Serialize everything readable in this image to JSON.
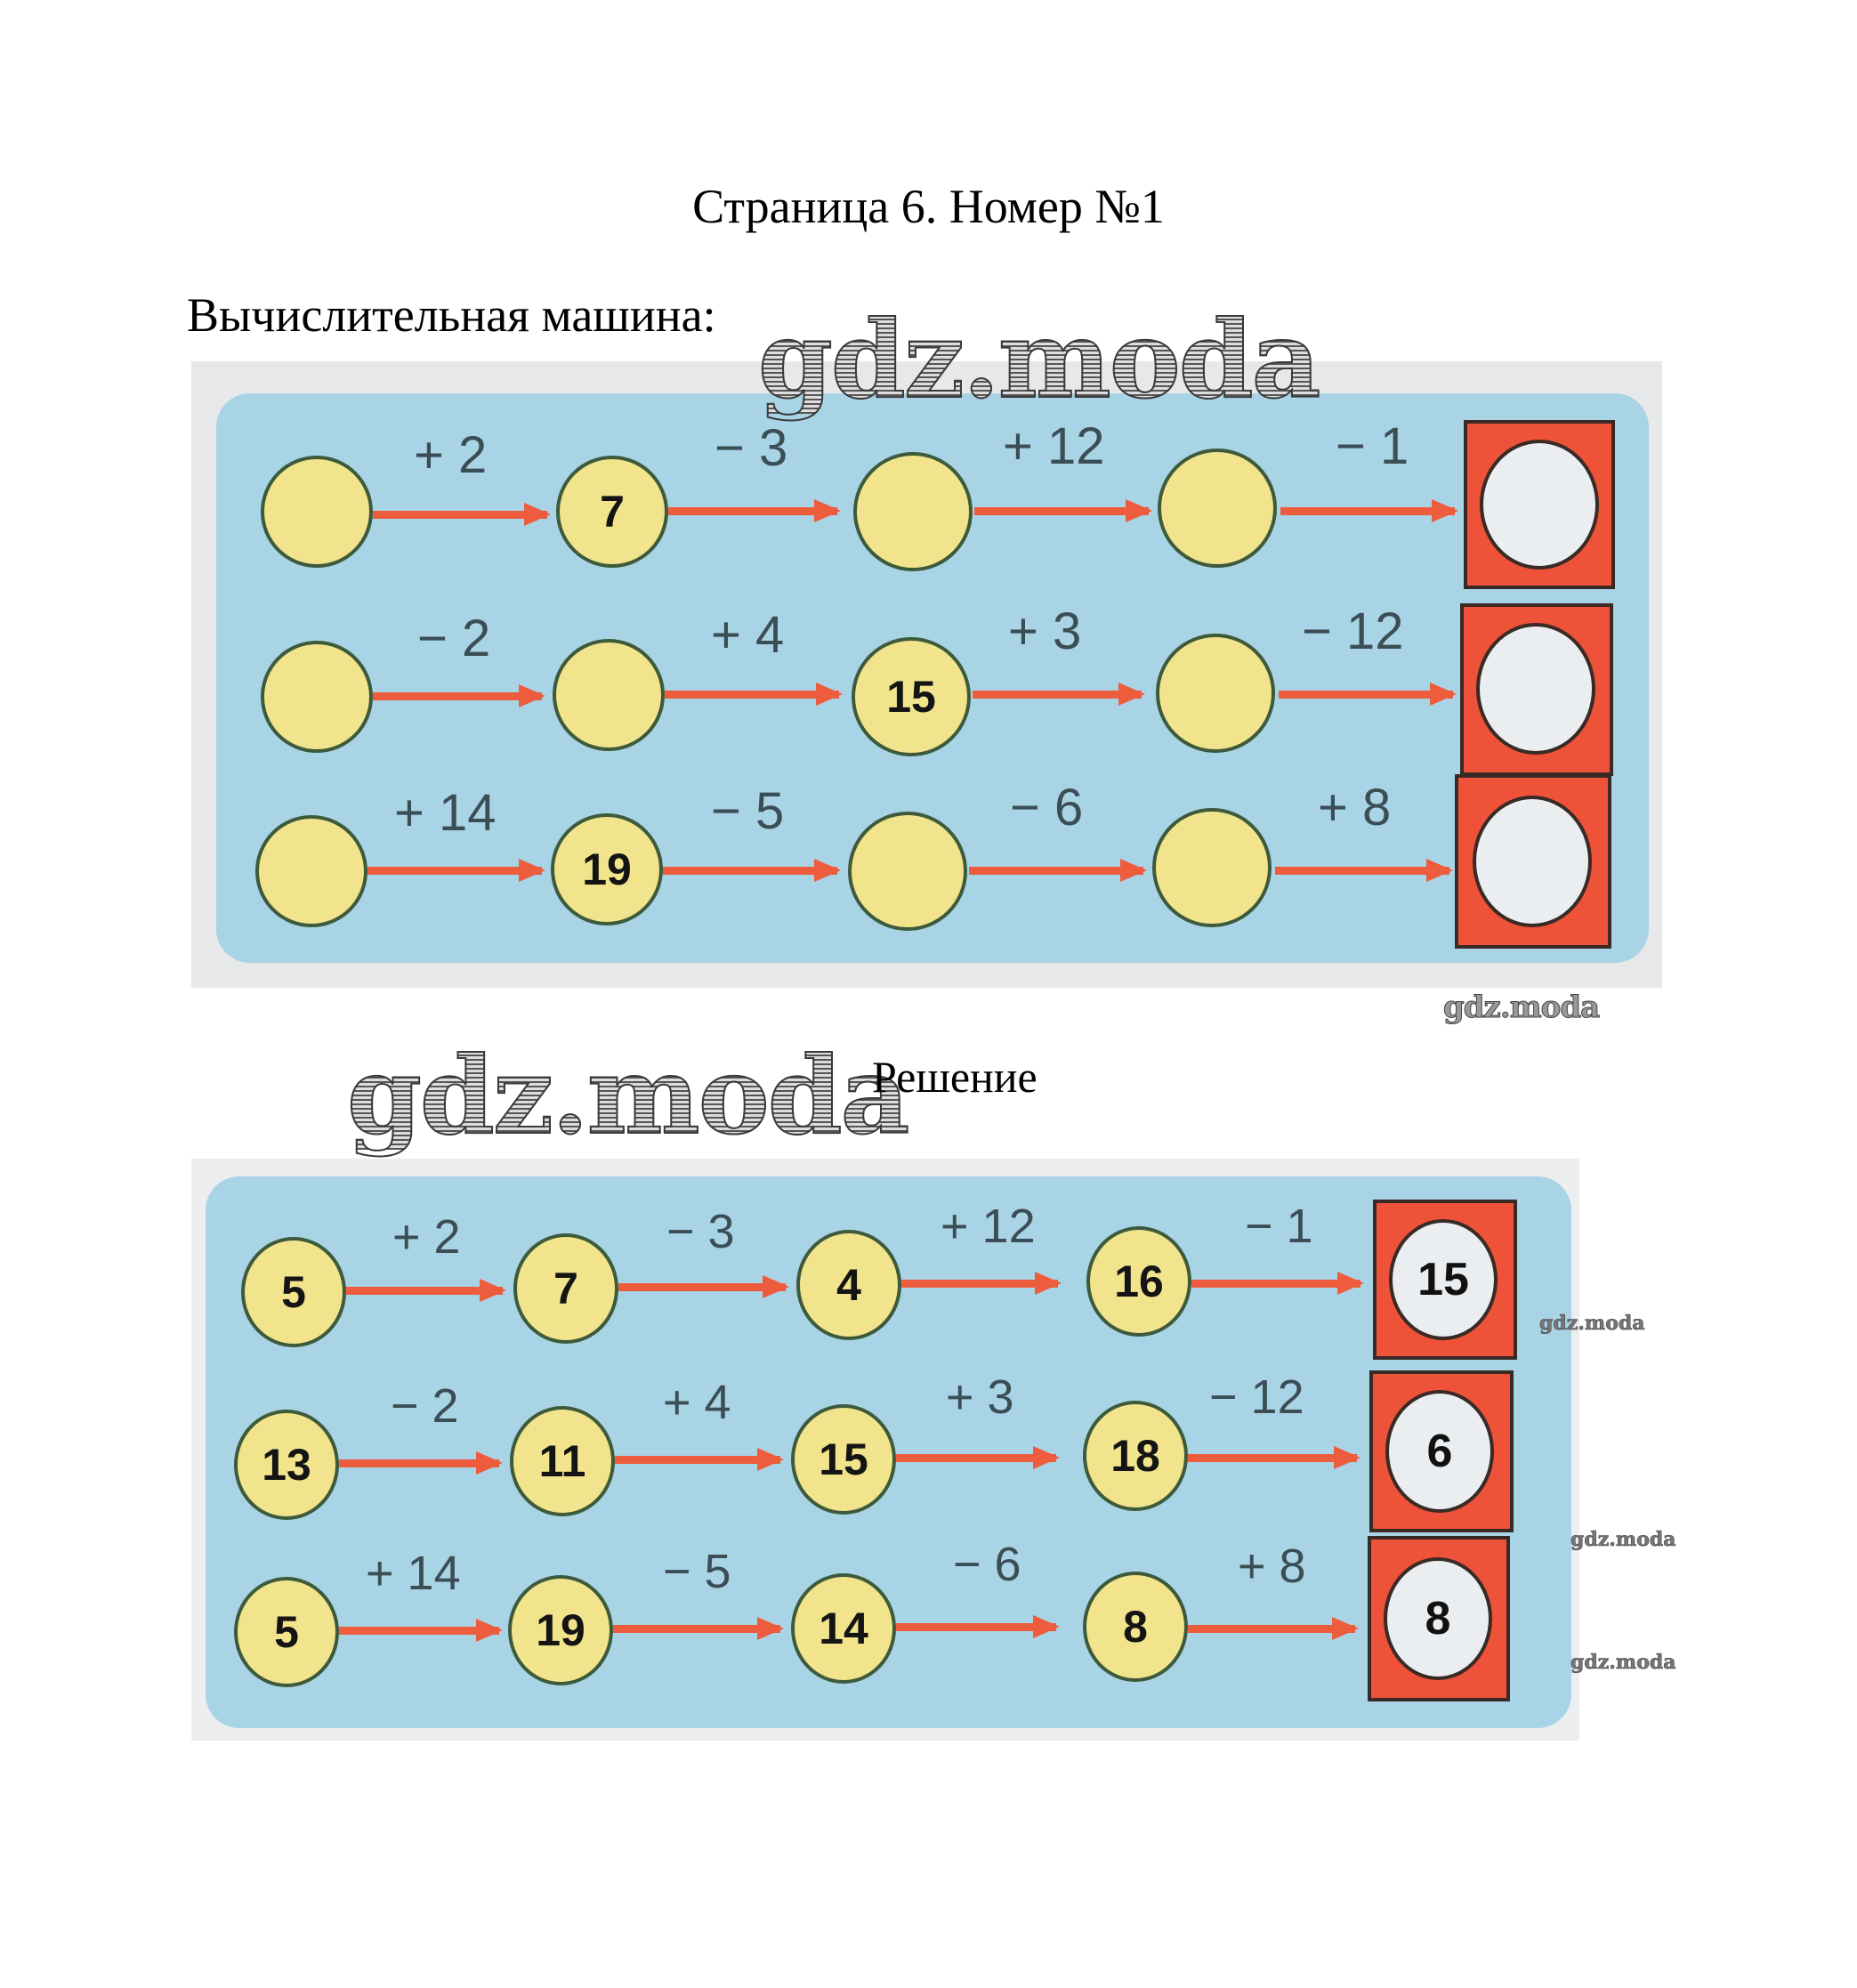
{
  "header": {
    "title": "Страница 6. Номер №1",
    "task_label": "Вычислительная машина:",
    "solution_label": "Решение"
  },
  "watermarks": {
    "text": "gdz.moda"
  },
  "colors": {
    "panel": "#a9d4e6",
    "node": "#f2e48c",
    "arrow": "#ee5c3e",
    "result_box": "#ee5238",
    "result_circle": "#eaeef0"
  },
  "task": {
    "rows": [
      {
        "nodes": [
          "",
          "7",
          "",
          ""
        ],
        "ops": [
          "+ 2",
          "− 3",
          "+ 12",
          "− 1"
        ],
        "result": ""
      },
      {
        "nodes": [
          "",
          "",
          "15",
          ""
        ],
        "ops": [
          "− 2",
          "+ 4",
          "+ 3",
          "− 12"
        ],
        "result": ""
      },
      {
        "nodes": [
          "",
          "19",
          "",
          ""
        ],
        "ops": [
          "+ 14",
          "− 5",
          "− 6",
          "+ 8"
        ],
        "result": ""
      }
    ]
  },
  "solution": {
    "rows": [
      {
        "nodes": [
          "5",
          "7",
          "4",
          "16"
        ],
        "ops": [
          "+ 2",
          "− 3",
          "+ 12",
          "− 1"
        ],
        "result": "15"
      },
      {
        "nodes": [
          "13",
          "11",
          "15",
          "18"
        ],
        "ops": [
          "− 2",
          "+ 4",
          "+ 3",
          "− 12"
        ],
        "result": "6"
      },
      {
        "nodes": [
          "5",
          "19",
          "14",
          "8"
        ],
        "ops": [
          "+ 14",
          "− 5",
          "− 6",
          "+ 8"
        ],
        "result": "8"
      }
    ]
  }
}
